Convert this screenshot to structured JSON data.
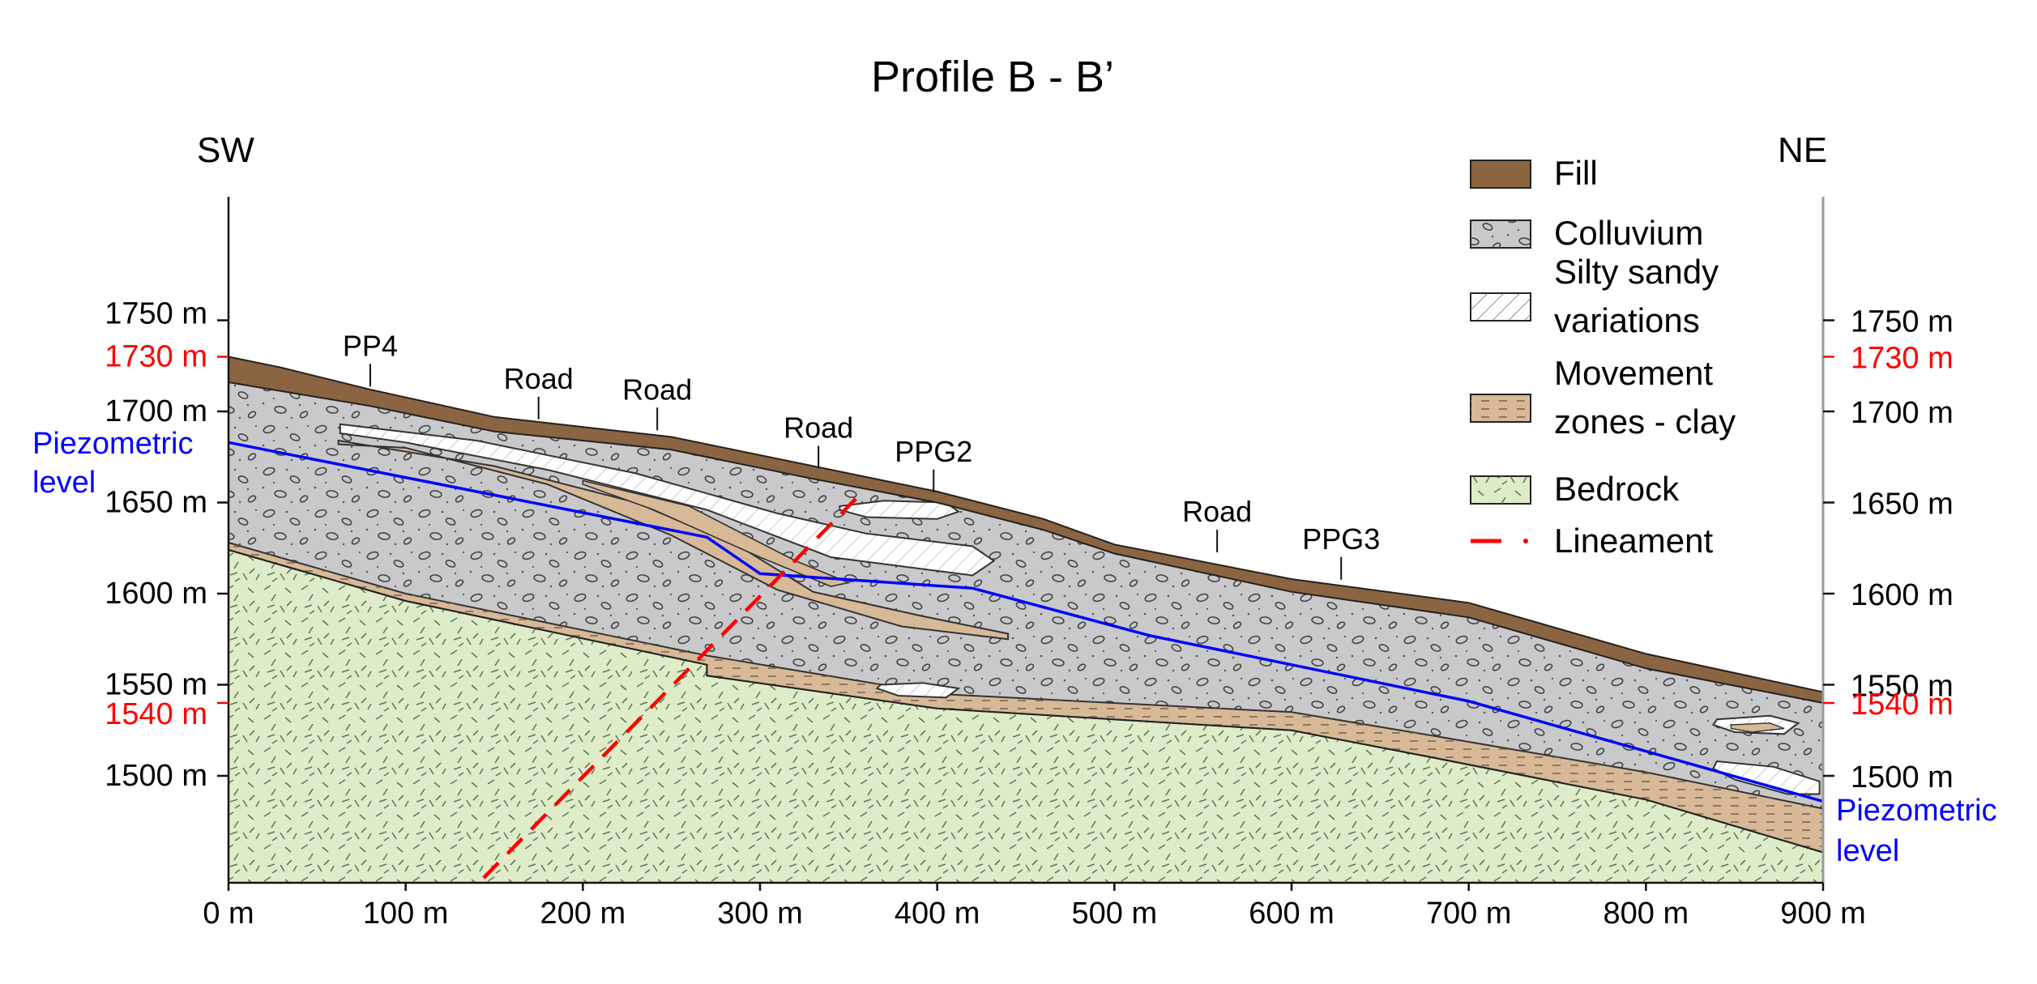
{
  "title": "Profile B - B’",
  "orientation": {
    "left": "SW",
    "right": "NE"
  },
  "elevation_labels_left": [
    {
      "text": "1750 m",
      "value": 1750,
      "highlight": false
    },
    {
      "text": "1730 m",
      "value": 1730,
      "highlight": true
    },
    {
      "text": "1700 m",
      "value": 1700,
      "highlight": false
    },
    {
      "text": "1650 m",
      "value": 1650,
      "highlight": false
    },
    {
      "text": "1600 m",
      "value": 1600,
      "highlight": false
    },
    {
      "text": "1550 m",
      "value": 1550,
      "highlight": false
    },
    {
      "text": "1540 m",
      "value": 1540,
      "highlight": true
    },
    {
      "text": "1500 m",
      "value": 1500,
      "highlight": false
    }
  ],
  "elevation_labels_right": [
    {
      "text": "1750 m",
      "value": 1750,
      "highlight": false
    },
    {
      "text": "1730 m",
      "value": 1730,
      "highlight": true
    },
    {
      "text": "1700 m",
      "value": 1700,
      "highlight": false
    },
    {
      "text": "1650 m",
      "value": 1650,
      "highlight": false
    },
    {
      "text": "1600 m",
      "value": 1600,
      "highlight": false
    },
    {
      "text": "1550 m",
      "value": 1550,
      "highlight": false
    },
    {
      "text": "1540 m",
      "value": 1540,
      "highlight": true
    },
    {
      "text": "1500 m",
      "value": 1500,
      "highlight": false
    }
  ],
  "distance_labels": [
    {
      "text": "0 m",
      "value": 0
    },
    {
      "text": "100 m",
      "value": 100
    },
    {
      "text": "200 m",
      "value": 200
    },
    {
      "text": "300 m",
      "value": 300
    },
    {
      "text": "400 m",
      "value": 400
    },
    {
      "text": "500 m",
      "value": 500
    },
    {
      "text": "600 m",
      "value": 600
    },
    {
      "text": "700 m",
      "value": 700
    },
    {
      "text": "800 m",
      "value": 800
    },
    {
      "text": "900 m",
      "value": 900
    }
  ],
  "surface_markers": [
    {
      "text": "PP4",
      "distance": 80,
      "elevation": 1711
    },
    {
      "text": "Road",
      "distance": 175,
      "elevation": 1693
    },
    {
      "text": "Road",
      "distance": 242,
      "elevation": 1687
    },
    {
      "text": "Road",
      "distance": 333,
      "elevation": 1666
    },
    {
      "text": "PPG2",
      "distance": 398,
      "elevation": 1653
    },
    {
      "text": "Road",
      "distance": 558,
      "elevation": 1620
    },
    {
      "text": "PPG3",
      "distance": 628,
      "elevation": 1605
    }
  ],
  "piezometric_label": {
    "left_line1": "Piezometric",
    "left_line2": "level",
    "right_line1": "Piezometric",
    "right_line2": "level"
  },
  "legend": [
    {
      "key": "fill",
      "label_lines": [
        "Fill"
      ]
    },
    {
      "key": "colluvium",
      "label_lines": [
        "Colluvium"
      ]
    },
    {
      "key": "silty",
      "label_lines": [
        "Silty sandy",
        "variations"
      ]
    },
    {
      "key": "movement",
      "label_lines": [
        "Movement",
        "zones - clay"
      ]
    },
    {
      "key": "bedrock",
      "label_lines": [
        "Bedrock"
      ]
    },
    {
      "key": "lineament",
      "label_lines": [
        "Lineament"
      ]
    }
  ],
  "colors": {
    "fill": "#8b6441",
    "colluvium": "#c9c9cb",
    "silty": "#ffffff",
    "movement": "#d7b997",
    "bedrock": "#deedc8",
    "lineament": "#ff0000",
    "piezometric": "#0000ff",
    "highlight_label": "#ff0000"
  },
  "chart_data": {
    "type": "geologic_cross_section",
    "title": "Profile B - B’",
    "x_unit": "m",
    "y_unit": "m",
    "xlim": [
      0,
      900
    ],
    "ylim": [
      1440,
      1820
    ],
    "ground_surface": [
      [
        0,
        1730
      ],
      [
        30,
        1724
      ],
      [
        80,
        1712
      ],
      [
        150,
        1697
      ],
      [
        250,
        1686
      ],
      [
        330,
        1670
      ],
      [
        400,
        1656
      ],
      [
        460,
        1641
      ],
      [
        500,
        1627
      ],
      [
        600,
        1608
      ],
      [
        700,
        1595
      ],
      [
        800,
        1567
      ],
      [
        900,
        1546
      ]
    ],
    "fill_base": [
      [
        0,
        1716
      ],
      [
        80,
        1703
      ],
      [
        150,
        1689
      ],
      [
        250,
        1679
      ],
      [
        330,
        1663
      ],
      [
        400,
        1650
      ],
      [
        460,
        1635
      ],
      [
        500,
        1622
      ],
      [
        600,
        1601
      ],
      [
        700,
        1587
      ],
      [
        800,
        1559
      ],
      [
        900,
        1540
      ]
    ],
    "bedrock_top": [
      [
        0,
        1624
      ],
      [
        100,
        1596
      ],
      [
        270,
        1561
      ],
      [
        270,
        1555
      ],
      [
        400,
        1537
      ],
      [
        600,
        1525
      ],
      [
        680,
        1510
      ],
      [
        800,
        1487
      ],
      [
        900,
        1458
      ]
    ],
    "piezometric_level": [
      [
        0,
        1683
      ],
      [
        270,
        1631
      ],
      [
        300,
        1611
      ],
      [
        420,
        1603
      ],
      [
        520,
        1577
      ],
      [
        700,
        1541
      ],
      [
        900,
        1486
      ]
    ],
    "lineament": [
      [
        144,
        1444
      ],
      [
        355,
        1653
      ]
    ]
  }
}
